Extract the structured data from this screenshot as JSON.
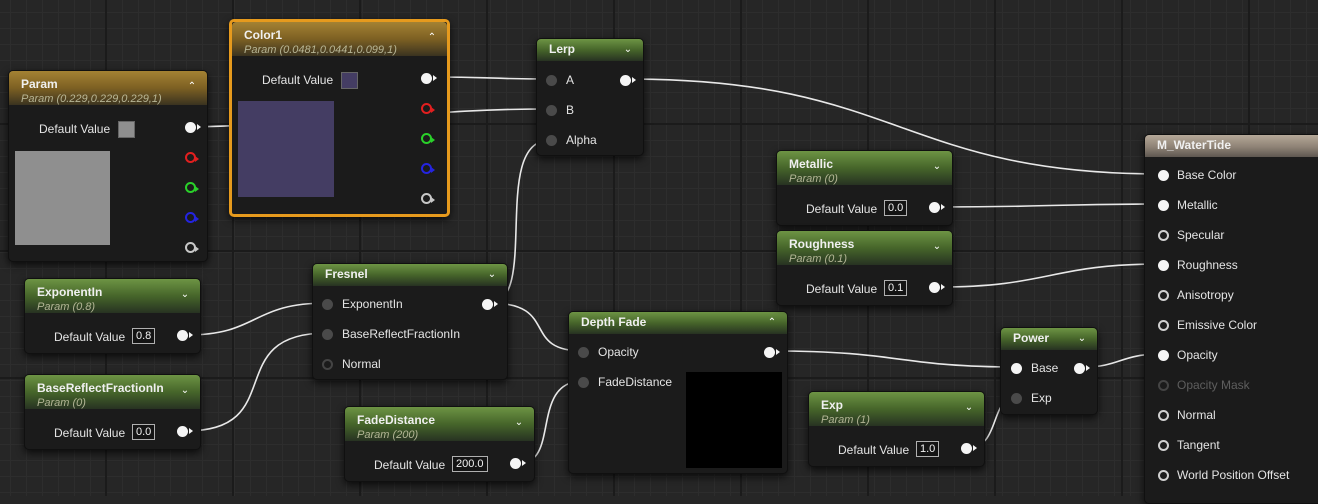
{
  "graph": {
    "name": "material-graph"
  },
  "param_node": {
    "title": "Param",
    "subtitle": "Param (0.229,0.229,0.229,1)",
    "default_label": "Default Value",
    "color": "#8f8f8f"
  },
  "color1_node": {
    "title": "Color1",
    "subtitle": "Param (0.0481,0.0441,0.099,1)",
    "default_label": "Default Value",
    "color": "#443d63"
  },
  "lerp_node": {
    "title": "Lerp",
    "pins": [
      "A",
      "B",
      "Alpha"
    ]
  },
  "exponentin_node": {
    "title": "ExponentIn",
    "subtitle": "Param (0.8)",
    "default_label": "Default Value",
    "value": "0.8"
  },
  "basereflect_node": {
    "title": "BaseReflectFractionIn",
    "subtitle": "Param (0)",
    "default_label": "Default Value",
    "value": "0.0"
  },
  "fresnel_node": {
    "title": "Fresnel",
    "pins": [
      "ExponentIn",
      "BaseReflectFractionIn",
      "Normal"
    ]
  },
  "fadedistance_node": {
    "title": "FadeDistance",
    "subtitle": "Param (200)",
    "default_label": "Default Value",
    "value": "200.0"
  },
  "depthfade_node": {
    "title": "Depth Fade",
    "pins": [
      "Opacity",
      "FadeDistance"
    ]
  },
  "metallic_node": {
    "title": "Metallic",
    "subtitle": "Param (0)",
    "default_label": "Default Value",
    "value": "0.0"
  },
  "roughness_node": {
    "title": "Roughness",
    "subtitle": "Param (0.1)",
    "default_label": "Default Value",
    "value": "0.1"
  },
  "exp_node": {
    "title": "Exp",
    "subtitle": "Param (1)",
    "default_label": "Default Value",
    "value": "1.0"
  },
  "power_node": {
    "title": "Power",
    "pins": [
      "Base",
      "Exp"
    ]
  },
  "material_node": {
    "title": "M_WaterTide",
    "pins": [
      "Base Color",
      "Metallic",
      "Specular",
      "Roughness",
      "Anisotropy",
      "Emissive Color",
      "Opacity",
      "Opacity Mask",
      "Normal",
      "Tangent",
      "World Position Offset"
    ]
  },
  "icons": {
    "collapse": "chevron-down-icon",
    "expand": "chevron-up-icon"
  }
}
